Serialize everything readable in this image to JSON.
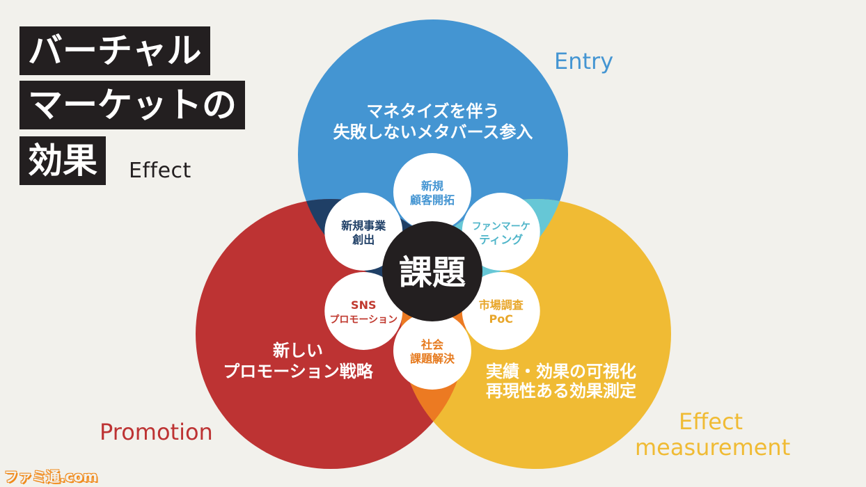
{
  "title": {
    "line1": "バーチャル",
    "line2": "マーケットの",
    "line3": "効果",
    "subtitle": "Effect"
  },
  "outer_labels": {
    "entry": "Entry",
    "promotion": "Promotion",
    "effect_measurement_line1": "Effect",
    "effect_measurement_line2": "measurement"
  },
  "circles": {
    "entry": {
      "color": "#4495d2",
      "text_line1": "マネタイズを伴う",
      "text_line2": "失敗しないメタバース参入"
    },
    "promotion": {
      "color": "#bd3333",
      "text_line1": "新しい",
      "text_line2": "プロモーション戦略"
    },
    "measurement": {
      "color": "#f0bb34",
      "text_line1": "実績・効果の可視化",
      "text_line2": "再現性ある効果測定"
    }
  },
  "overlap_colors": {
    "entry_promotion": "#1f3f66",
    "entry_measurement": "#66c7d6",
    "promotion_measurement": "#ec7a22"
  },
  "center": {
    "label": "課題",
    "color": "#231f20"
  },
  "petals": [
    {
      "key": "new-customer",
      "line1": "新規",
      "line2": "顧客開拓",
      "color": "#4495d2"
    },
    {
      "key": "fan-marketing",
      "line1": "ファンマーケ",
      "line2": "ティング",
      "color": "#4fb5c9"
    },
    {
      "key": "market-research",
      "line1": "市場調査",
      "line2": "PoC",
      "color": "#e8a62a"
    },
    {
      "key": "social-issue",
      "line1": "社会",
      "line2": "課題解決",
      "color": "#e67a1e"
    },
    {
      "key": "sns-promotion",
      "line1": "SNS",
      "line2": "プロモーション",
      "color": "#c0392f"
    },
    {
      "key": "new-business",
      "line1": "新規事業",
      "line2": "創出",
      "color": "#1f3f66"
    }
  ],
  "watermark": "ファミ通.com"
}
